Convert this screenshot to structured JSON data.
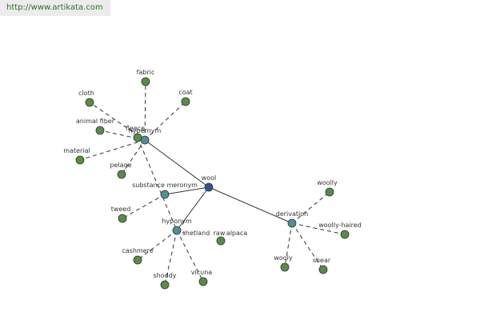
{
  "banner": {
    "url_text": "http://www.artikata.com"
  },
  "colors": {
    "leaf": "#5a8a4c",
    "relation": "#4f8f94",
    "center": "#34508a",
    "stroke": "#2a3a2a"
  },
  "graph": {
    "nodes": [
      {
        "id": "wool",
        "label": "wool",
        "kind": "center"
      },
      {
        "id": "hypernym",
        "label": "hypernym",
        "kind": "relation"
      },
      {
        "id": "substance_meronym",
        "label": "substance meronym",
        "kind": "relation"
      },
      {
        "id": "hyponym",
        "label": "hyponym",
        "kind": "relation"
      },
      {
        "id": "derivation",
        "label": "derivation",
        "kind": "relation"
      },
      {
        "id": "fleece",
        "label": "fleece",
        "kind": "leaf"
      },
      {
        "id": "fabric",
        "label": "fabric",
        "kind": "leaf"
      },
      {
        "id": "coat",
        "label": "coat",
        "kind": "leaf"
      },
      {
        "id": "cloth",
        "label": "cloth",
        "kind": "leaf"
      },
      {
        "id": "animal_fiber",
        "label": "animal fiber",
        "kind": "leaf"
      },
      {
        "id": "material",
        "label": "material",
        "kind": "leaf"
      },
      {
        "id": "pelage",
        "label": "pelage",
        "kind": "leaf"
      },
      {
        "id": "tweed",
        "label": "tweed",
        "kind": "leaf"
      },
      {
        "id": "shetland",
        "label": "shetland",
        "kind": "leaf"
      },
      {
        "id": "raw",
        "label": "raw",
        "kind": "leaf"
      },
      {
        "id": "alpaca",
        "label": "alpaca",
        "kind": "leaf"
      },
      {
        "id": "cashmere",
        "label": "cashmere",
        "kind": "leaf"
      },
      {
        "id": "shoddy",
        "label": "shoddy",
        "kind": "leaf"
      },
      {
        "id": "vicuna",
        "label": "vicuna",
        "kind": "leaf"
      },
      {
        "id": "woolly",
        "label": "woolly",
        "kind": "leaf"
      },
      {
        "id": "woolly_haired",
        "label": "woolly-haired",
        "kind": "leaf"
      },
      {
        "id": "wooly",
        "label": "wooly",
        "kind": "leaf"
      },
      {
        "id": "shear",
        "label": "shear",
        "kind": "leaf"
      }
    ],
    "edges": [
      {
        "from": "wool",
        "to": "hypernym",
        "style": "solid"
      },
      {
        "from": "wool",
        "to": "substance_meronym",
        "style": "solid"
      },
      {
        "from": "wool",
        "to": "hyponym",
        "style": "solid"
      },
      {
        "from": "wool",
        "to": "derivation",
        "style": "solid"
      },
      {
        "from": "hypernym",
        "to": "fabric",
        "style": "dashed"
      },
      {
        "from": "hypernym",
        "to": "coat",
        "style": "dashed"
      },
      {
        "from": "hypernym",
        "to": "cloth",
        "style": "dashed"
      },
      {
        "from": "hypernym",
        "to": "animal_fiber",
        "style": "dashed"
      },
      {
        "from": "hypernym",
        "to": "fleece",
        "style": "dashed"
      },
      {
        "from": "hypernym",
        "to": "material",
        "style": "dashed"
      },
      {
        "from": "hypernym",
        "to": "pelage",
        "style": "dashed"
      },
      {
        "from": "fleece",
        "to": "hyponym",
        "style": "dashed"
      },
      {
        "from": "substance_meronym",
        "to": "tweed",
        "style": "dashed"
      },
      {
        "from": "hyponym",
        "to": "shetland",
        "style": "dashed"
      },
      {
        "from": "hyponym",
        "to": "cashmere",
        "style": "dashed"
      },
      {
        "from": "hyponym",
        "to": "shoddy",
        "style": "dashed"
      },
      {
        "from": "hyponym",
        "to": "vicuna",
        "style": "dashed"
      },
      {
        "from": "derivation",
        "to": "woolly",
        "style": "dashed"
      },
      {
        "from": "derivation",
        "to": "woolly_haired",
        "style": "dashed"
      },
      {
        "from": "derivation",
        "to": "wooly",
        "style": "dashed"
      },
      {
        "from": "derivation",
        "to": "shear",
        "style": "dashed"
      }
    ]
  }
}
